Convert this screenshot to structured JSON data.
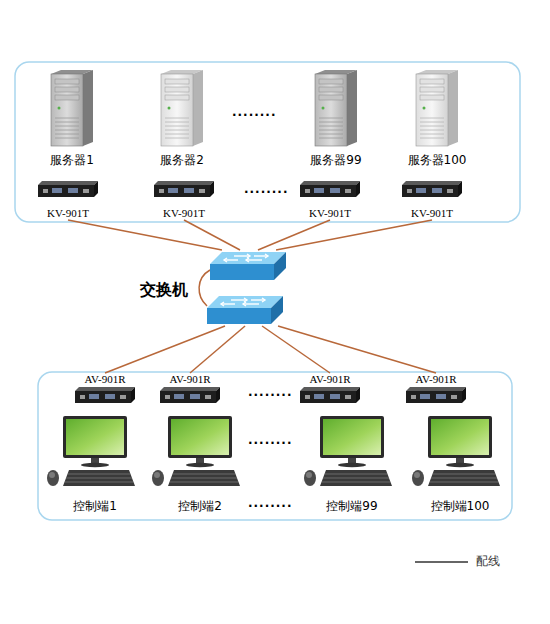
{
  "diagram": {
    "nodes": [
      {
        "text": [
          "服务器1"
        ]
      },
      {
        "text": [
          "服务器2"
        ]
      },
      {
        "text": [
          "服务器99"
        ]
      },
      {
        "text": [
          "服务器100"
        ]
      },
      {
        "text": [
          "KV-901T"
        ]
      },
      {
        "text": [
          "KV-901T"
        ]
      },
      {
        "text": [
          "KV-901T"
        ]
      },
      {
        "text": [
          "KV-901T"
        ]
      },
      {
        "text": [
          "交换机"
        ]
      },
      {
        "text": [
          "AV-901R"
        ]
      },
      {
        "text": [
          "AV-901R"
        ]
      },
      {
        "text": [
          "AV-901R"
        ]
      },
      {
        "text": [
          "AV-901R"
        ]
      },
      {
        "text": [
          "控制端1"
        ]
      },
      {
        "text": [
          "控制端2"
        ]
      },
      {
        "text": [
          "控制端99"
        ]
      },
      {
        "text": [
          "控制端100"
        ]
      }
    ],
    "edges": [
      {
        "from": 4,
        "to": 8,
        "arrow": "none"
      },
      {
        "from": 5,
        "to": 8,
        "arrow": "none"
      },
      {
        "from": 6,
        "to": 8,
        "arrow": "none"
      },
      {
        "from": 7,
        "to": 8,
        "arrow": "none"
      },
      {
        "from": 8,
        "to": 9,
        "arrow": "none"
      },
      {
        "from": 8,
        "to": 10,
        "arrow": "none"
      },
      {
        "from": 8,
        "to": 11,
        "arrow": "none"
      },
      {
        "from": 8,
        "to": 12,
        "arrow": "none"
      }
    ],
    "labels": [
      "........",
      "........",
      "........",
      "........",
      "........"
    ],
    "legend": [
      {
        "text": "配线"
      }
    ]
  }
}
